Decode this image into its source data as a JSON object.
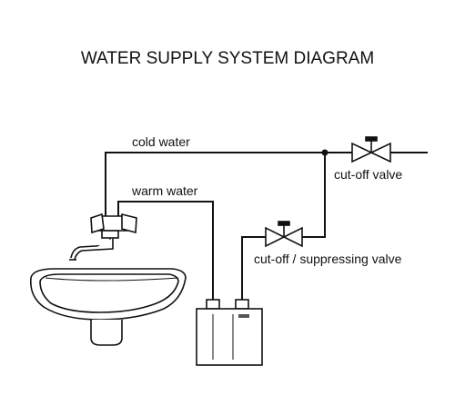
{
  "title": "WATER SUPPLY SYSTEM DIAGRAM",
  "labels": {
    "cold_water": "cold water",
    "warm_water": "warm water",
    "cutoff_valve": "cut-off valve",
    "cutoff_suppressing_valve": "cut-off / suppressing valve"
  }
}
